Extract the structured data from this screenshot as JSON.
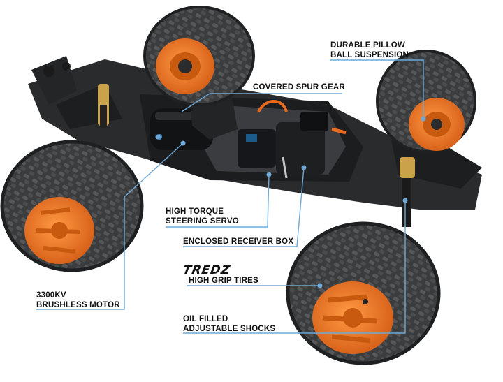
{
  "callouts": {
    "durable_pillow": [
      "DURABLE PILLOW",
      "BALL SUSPENSION"
    ],
    "covered_spur_gear": [
      "COVERED SPUR GEAR"
    ],
    "steering_servo": [
      "HIGH TORQUE",
      "STEERING SERVO"
    ],
    "receiver_box": [
      "ENCLOSED RECEIVER BOX"
    ],
    "tires": [
      "HIGH GRIP TIRES"
    ],
    "motor": [
      "3300KV",
      "BRUSHLESS MOTOR"
    ],
    "shocks": [
      "OIL FILLED",
      "ADJUSTABLE SHOCKS"
    ]
  },
  "brand_logo": "TREDZ",
  "colors": {
    "tire": "#3a3c3e",
    "tire_dark": "#1f2022",
    "wheel": "#f07a22",
    "wheel_dark": "#c85a10",
    "chassis": "#2a2b2d",
    "gold": "#c9a24a",
    "leader": "#6fa8d6"
  }
}
